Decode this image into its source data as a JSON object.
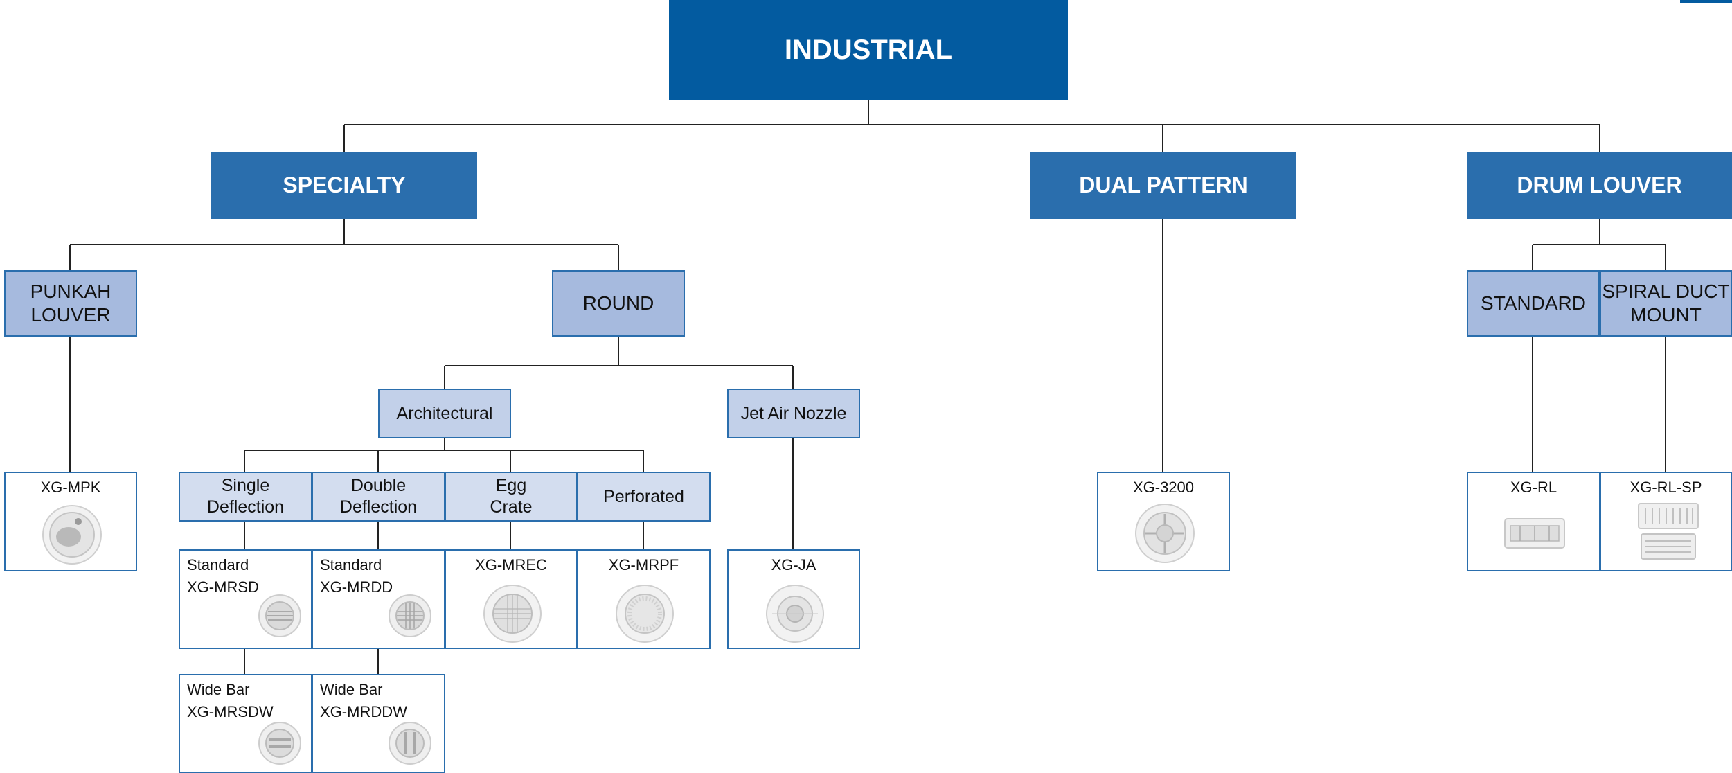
{
  "root": {
    "label": "INDUSTRIAL"
  },
  "categories": {
    "specialty": "SPECIALTY",
    "dual_pattern": "DUAL PATTERN",
    "drum_louver": "DRUM LOUVER"
  },
  "subcategories": {
    "punkah_l1": "PUNKAH",
    "punkah_l2": "LOUVER",
    "round": "ROUND",
    "standard": "STANDARD",
    "spiral_l1": "SPIRAL DUCT",
    "spiral_l2": "MOUNT"
  },
  "round_types": {
    "architectural": "Architectural",
    "jet_air_nozzle": "Jet Air Nozzle"
  },
  "architectural_types": {
    "single_l1": "Single",
    "single_l2": "Deflection",
    "double_l1": "Double",
    "double_l2": "Deflection",
    "egg_l1": "Egg",
    "egg_l2": "Crate",
    "perforated": "Perforated"
  },
  "products": {
    "mpk": "XG-MPK",
    "mrsd_type": "Standard",
    "mrsd": "XG-MRSD",
    "mrdd_type": "Standard",
    "mrdd": "XG-MRDD",
    "mrec": "XG-MREC",
    "mrpf": "XG-MRPF",
    "ja": "XG-JA",
    "mrsdw_type": "Wide Bar",
    "mrsdw": "XG-MRSDW",
    "mrddw_type": "Wide Bar",
    "mrddw": "XG-MRDDW",
    "x3200": "XG-3200",
    "rl": "XG-RL",
    "rlsp": "XG-RL-SP"
  },
  "colors": {
    "root": "#035ba0",
    "category": "#2a6ead",
    "subcategory": "#a6bade",
    "tertiary": "#c2d0e9",
    "quaternary": "#d3ddef",
    "connector": "#222222"
  }
}
